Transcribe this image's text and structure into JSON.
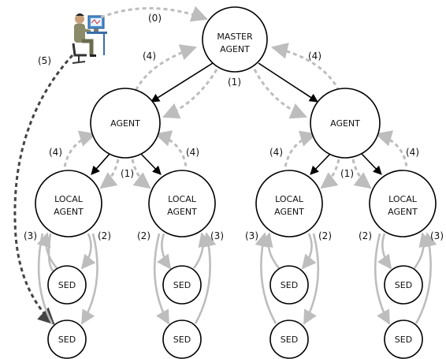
{
  "colors": {
    "node_stroke": "#000000",
    "control_edge": "#000000",
    "feedback_edge": "#bdbdbd",
    "client_edge": "#444444"
  },
  "nodes": [
    {
      "id": "ma",
      "name": "master-agent-node",
      "lines": [
        "MASTER",
        "AGENT"
      ]
    },
    {
      "id": "a1",
      "name": "agent-node-left",
      "lines": [
        "AGENT"
      ]
    },
    {
      "id": "a2",
      "name": "agent-node-right",
      "lines": [
        "AGENT"
      ]
    },
    {
      "id": "la1",
      "name": "local-agent-node-1",
      "lines": [
        "LOCAL",
        "AGENT"
      ]
    },
    {
      "id": "la2",
      "name": "local-agent-node-2",
      "lines": [
        "LOCAL",
        "AGENT"
      ]
    },
    {
      "id": "la3",
      "name": "local-agent-node-3",
      "lines": [
        "LOCAL",
        "AGENT"
      ]
    },
    {
      "id": "la4",
      "name": "local-agent-node-4",
      "lines": [
        "LOCAL",
        "AGENT"
      ]
    },
    {
      "id": "s1a",
      "name": "sed-node-1a",
      "lines": [
        "SED"
      ]
    },
    {
      "id": "s1b",
      "name": "sed-node-1b",
      "lines": [
        "SED"
      ]
    },
    {
      "id": "s2a",
      "name": "sed-node-2a",
      "lines": [
        "SED"
      ]
    },
    {
      "id": "s2b",
      "name": "sed-node-2b",
      "lines": [
        "SED"
      ]
    },
    {
      "id": "s3a",
      "name": "sed-node-3a",
      "lines": [
        "SED"
      ]
    },
    {
      "id": "s3b",
      "name": "sed-node-3b",
      "lines": [
        "SED"
      ]
    },
    {
      "id": "s4a",
      "name": "sed-node-4a",
      "lines": [
        "SED"
      ]
    },
    {
      "id": "s4b",
      "name": "sed-node-4b",
      "lines": [
        "SED"
      ]
    }
  ],
  "edge_labels": {
    "step0": "(0)",
    "step1": "(1)",
    "step2": "(2)",
    "step3": "(3)",
    "step4": "(4)",
    "step5": "(5)"
  },
  "client_icon": "user-at-computer-icon"
}
